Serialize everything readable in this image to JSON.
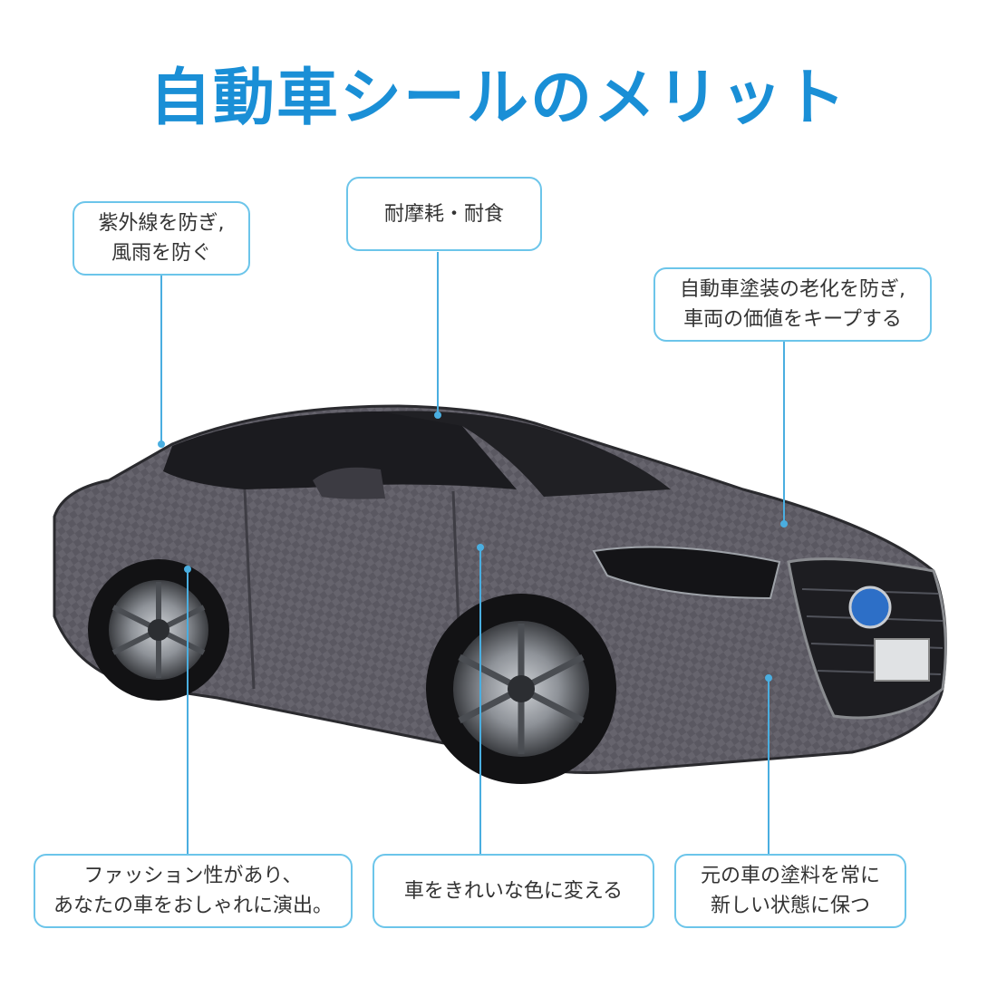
{
  "title": "自動車シールのメリット",
  "callouts": {
    "uv": "紫外線を防ぎ,\n風雨を防ぐ",
    "wear": "耐摩耗・耐食",
    "paint_aging": "自動車塗装の老化を防ぎ,\n車両の価値をキープする",
    "fashion": "ファッション性があり、\nあなたの車をおしゃれに演出。",
    "color": "車をきれいな色に変える",
    "keep_new": "元の車の塗料を常に\n新しい状態に保つ"
  },
  "colors": {
    "title": "#1a8fd6",
    "border": "#6cc5ea",
    "leader": "#4aaee0",
    "car_body": "#5f5d66",
    "car_dark": "#1b1b1f"
  }
}
